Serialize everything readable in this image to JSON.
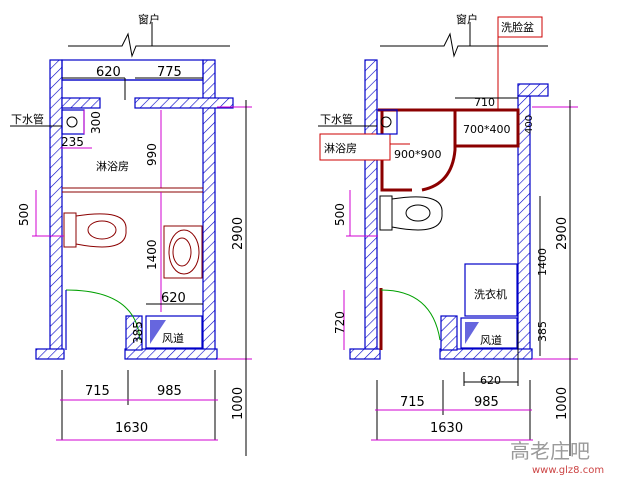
{
  "left_plan": {
    "window_label": "窗户",
    "pipe_label": "下水管",
    "shower_room_label": "淋浴房",
    "duct_label": "风道",
    "dims": {
      "win_left": "620",
      "win_right": "775",
      "pipe_h": "300",
      "pipe_w": "235",
      "shower_h": "990",
      "toilet_off": "500",
      "basin_h": "1400",
      "total_h": "2900",
      "duct_w": "620",
      "duct_h": "385",
      "bottom_left": "715",
      "bottom_right": "985",
      "total_w": "1630",
      "below": "1000"
    }
  },
  "right_plan": {
    "window_label": "窗户",
    "basin_callout": "洗脸盆",
    "pipe_label": "下水管",
    "shower_callout": "淋浴房",
    "shower_size": "900*900",
    "basin_size": "700*400",
    "washer_label": "洗衣机",
    "duct_label": "风道",
    "dims": {
      "top_w": "710",
      "basin_d": "400",
      "toilet_off": "500",
      "total_h": "2900",
      "washer_h": "1400",
      "duct_h": "385",
      "door_h": "720",
      "duct_w": "620",
      "bottom_left": "715",
      "bottom_right": "985",
      "total_w": "1630",
      "below": "1000"
    }
  },
  "watermark": {
    "site_cn": "高老庄吧",
    "url": "www.glz8.com"
  }
}
